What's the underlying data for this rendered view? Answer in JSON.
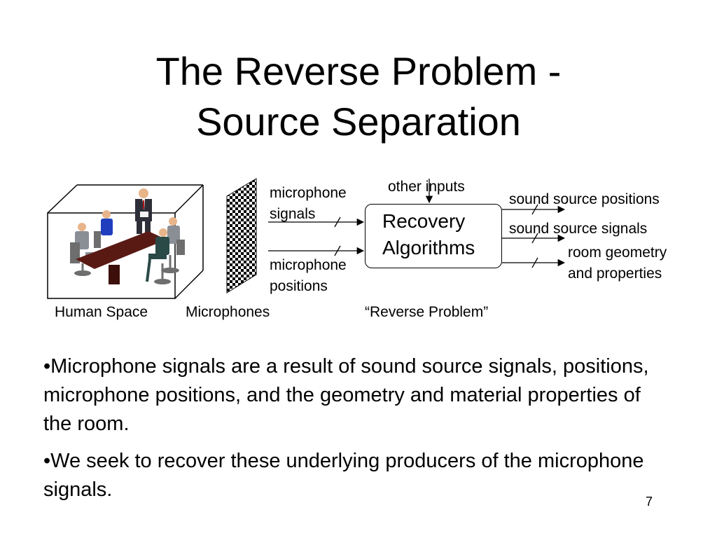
{
  "title": {
    "line1": "The Reverse Problem -",
    "line2": "Source Separation"
  },
  "diagram": {
    "human_space_label": "Human Space",
    "microphones_label": "Microphones",
    "reverse_problem_label": "“Reverse Problem”",
    "input_signals": {
      "line1": "microphone",
      "line2": "signals"
    },
    "input_positions": {
      "line1": "microphone",
      "line2": "positions"
    },
    "other_inputs": "other inputs",
    "algorithm_box": {
      "line1": "Recovery",
      "line2": "Algorithms"
    },
    "outputs": {
      "positions": "sound source positions",
      "signals": "sound source signals",
      "geometry": {
        "line1": "room geometry",
        "line2": "and properties"
      }
    },
    "colors": {
      "table": "#5a1a14",
      "suit_dark": "#2e2e38",
      "shirt_blue": "#1f3fbf",
      "chair": "#6e6e6e",
      "skin": "#e8b48a",
      "jacket_teal": "#2a4a48"
    }
  },
  "bullets": [
    "•Microphone signals are a result of sound source signals, positions, microphone positions, and the geometry and material properties of the room.",
    "•We seek to recover these underlying producers of the microphone signals."
  ],
  "page_number": "7"
}
